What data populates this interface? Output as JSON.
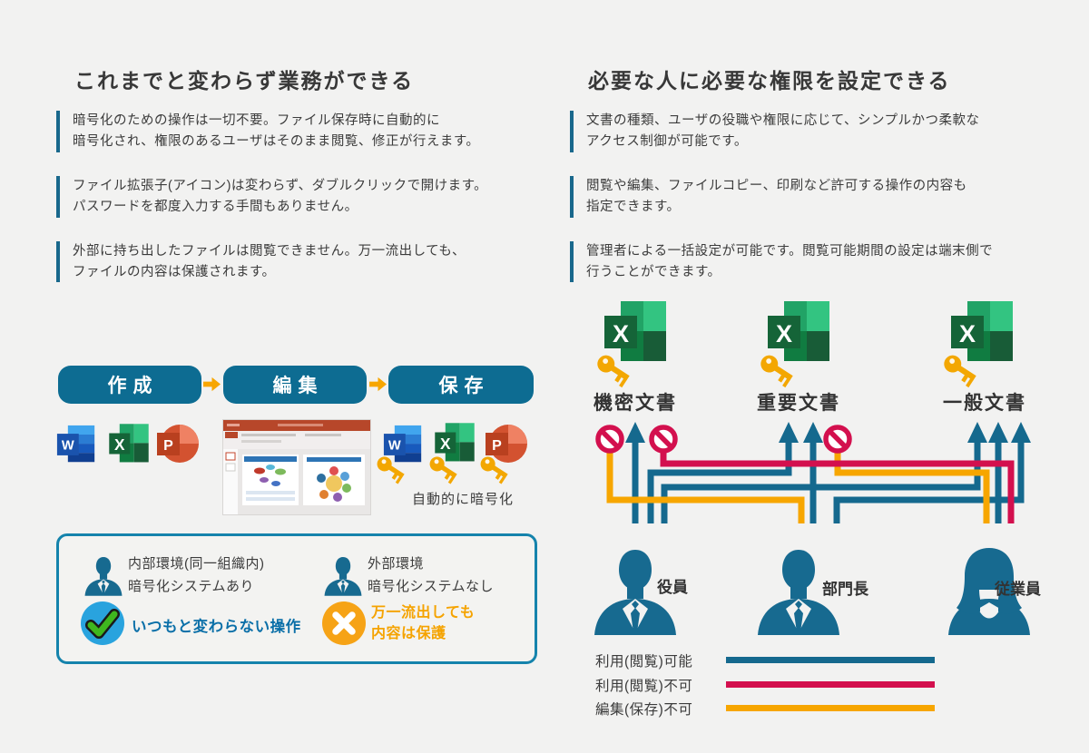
{
  "left": {
    "title": "これまでと変わらず業務ができる",
    "bullets": [
      "暗号化のための操作は一切不要。ファイル保存時に自動的に\n暗号化され、権限のあるユーザはそのまま閲覧、修正が行えます。",
      "ファイル拡張子(アイコン)は変わらず、ダブルクリックで開けます。\nパスワードを都度入力する手間もありません。",
      "外部に持ち出したファイルは閲覧できません。万一流出しても、\nファイルの内容は保護されます。"
    ],
    "flow": {
      "steps": [
        "作成",
        "編集",
        "保存"
      ],
      "caption": "自動的に暗号化"
    },
    "legend": {
      "internal": {
        "env": "内部環境(同一組織内)\n暗号化システムあり",
        "result": "いつもと変わらない操作"
      },
      "external": {
        "env": "外部環境\n暗号化システムなし",
        "result": "万一流出しても\n内容は保護"
      }
    }
  },
  "right": {
    "title": "必要な人に必要な権限を設定できる",
    "bullets": [
      "文書の種類、ユーザの役職や権限に応じて、シンプルかつ柔軟な\nアクセス制御が可能です。",
      "閲覧や編集、ファイルコピー、印刷など許可する操作の内容も\n指定できます。",
      "管理者による一括設定が可能です。閲覧可能期間の設定は端末側で\n行うことができます。"
    ],
    "documents": [
      "機密文書",
      "重要文書",
      "一般文書"
    ],
    "roles": [
      "役員",
      "部門長",
      "従業員"
    ],
    "legend": [
      {
        "label": "利用(閲覧)可能",
        "color": "#15698e"
      },
      {
        "label": "利用(閲覧)不可",
        "color": "#d3104e"
      },
      {
        "label": "編集(保存)不可",
        "color": "#f7a600"
      }
    ]
  },
  "icons": {
    "word_letter": "W",
    "excel_letter": "X",
    "ppt_letter": "P"
  },
  "colors": {
    "background": "#f2f2f1",
    "flow_box_teal": "#0d6c92",
    "wire_teal": "#15698e",
    "wire_crimson": "#d3104e",
    "wire_amber": "#f7a600",
    "person_teal": "#176a90",
    "legend_border": "#1583ac",
    "check_circle_blue": "#29a3de",
    "check_green": "#3fb71e",
    "cross_circle_orange": "#f6a316",
    "key_gold": "#f3a702"
  }
}
